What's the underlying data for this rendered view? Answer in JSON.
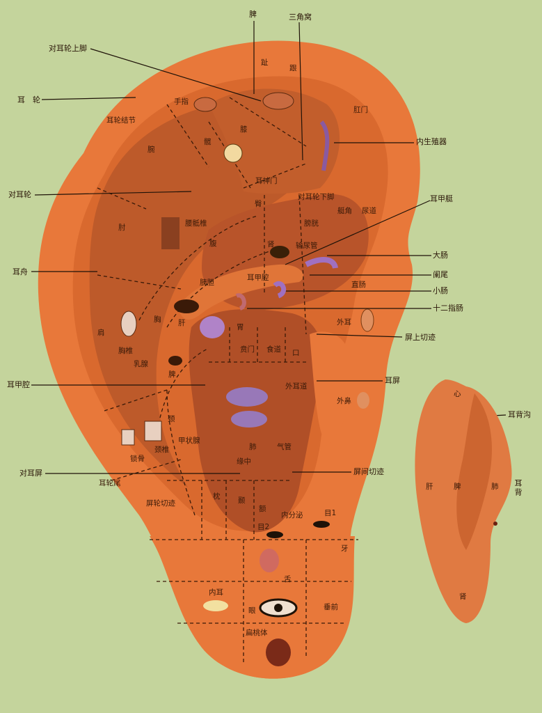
{
  "diagram": {
    "colors": {
      "background": "#c4d49c",
      "ear_outer": "#e8783a",
      "ear_mid": "#d9692e",
      "concha": "#b8542a",
      "dashed": "#3a1a08",
      "leader": "#1e1208"
    },
    "outer_labels": {
      "pi": "脾",
      "sanjiaowo": "三角窝",
      "duierlun_shangjiao": "对耳轮上脚",
      "erlun": "耳　轮",
      "neishengzhiqi": "内生殖器",
      "duierlun": "对耳轮",
      "erjiating": "耳甲艇",
      "erzhou": "耳舟",
      "dachang": "大肠",
      "lanwei": "阑尾",
      "xiaochang": "小肠",
      "shierzhichang": "十二指肠",
      "pingshangqieji": "屏上切迹",
      "erjiaqiang": "耳甲腔",
      "erping": "耳屏",
      "duierping": "对耳屏",
      "pingjianqieji": "屏间切迹",
      "erbeigou": "耳背沟"
    },
    "inner_labels": {
      "zhi": "趾",
      "gen": "跟",
      "gangmen": "肛门",
      "zhi_finger": "手指",
      "erlun_jiejie": "耳轮结节",
      "xi": "膝",
      "kuan": "髋",
      "wan": "腕",
      "shenmen": "耳神门",
      "tun": "臀",
      "duierlun_xiajiao": "对耳轮下脚",
      "tingjiao": "艇角",
      "niaodao": "尿道",
      "zhou": "肘",
      "yaodizhui": "腰骶椎",
      "pangguang": "膀胱",
      "fu": "腹",
      "shen": "肾",
      "shuniaoguan": "输尿管",
      "yidan": "胰胆",
      "erjia_jiao": "耳甲腔",
      "zhichang": "直肠",
      "gan": "肝",
      "xiong": "胸",
      "jian": "肩",
      "wei": "胃",
      "waier": "外耳",
      "xiongzhui": "胸椎",
      "benmen": "贲门",
      "shidao": "食道",
      "kou": "口",
      "rusai": "乳腺",
      "pi_inner": "脾",
      "waierdao": "外耳道",
      "waibi": "外鼻",
      "jing": "颈",
      "fei": "肺",
      "qiguan": "气管",
      "suogu": "锁骨",
      "jingzhui": "颈椎",
      "jiazhuangxian": "甲状腺",
      "yuanzhong": "缘中",
      "erlunwei": "耳轮尾",
      "pinglun_qieji": "屏轮切迹",
      "zhen": "枕",
      "nie": "颞",
      "e": "额",
      "neifenmi": "内分泌",
      "mu2": "目2",
      "mu1": "目1",
      "ya": "牙",
      "she": "舌",
      "neier": "内耳",
      "yan": "眼",
      "chuiqian": "垂前",
      "biantaoti": "扁桃体"
    },
    "back_labels": {
      "xin": "心",
      "gan": "肝",
      "pi": "脾",
      "fei": "肺",
      "shen": "肾",
      "erbei": "耳背"
    }
  }
}
